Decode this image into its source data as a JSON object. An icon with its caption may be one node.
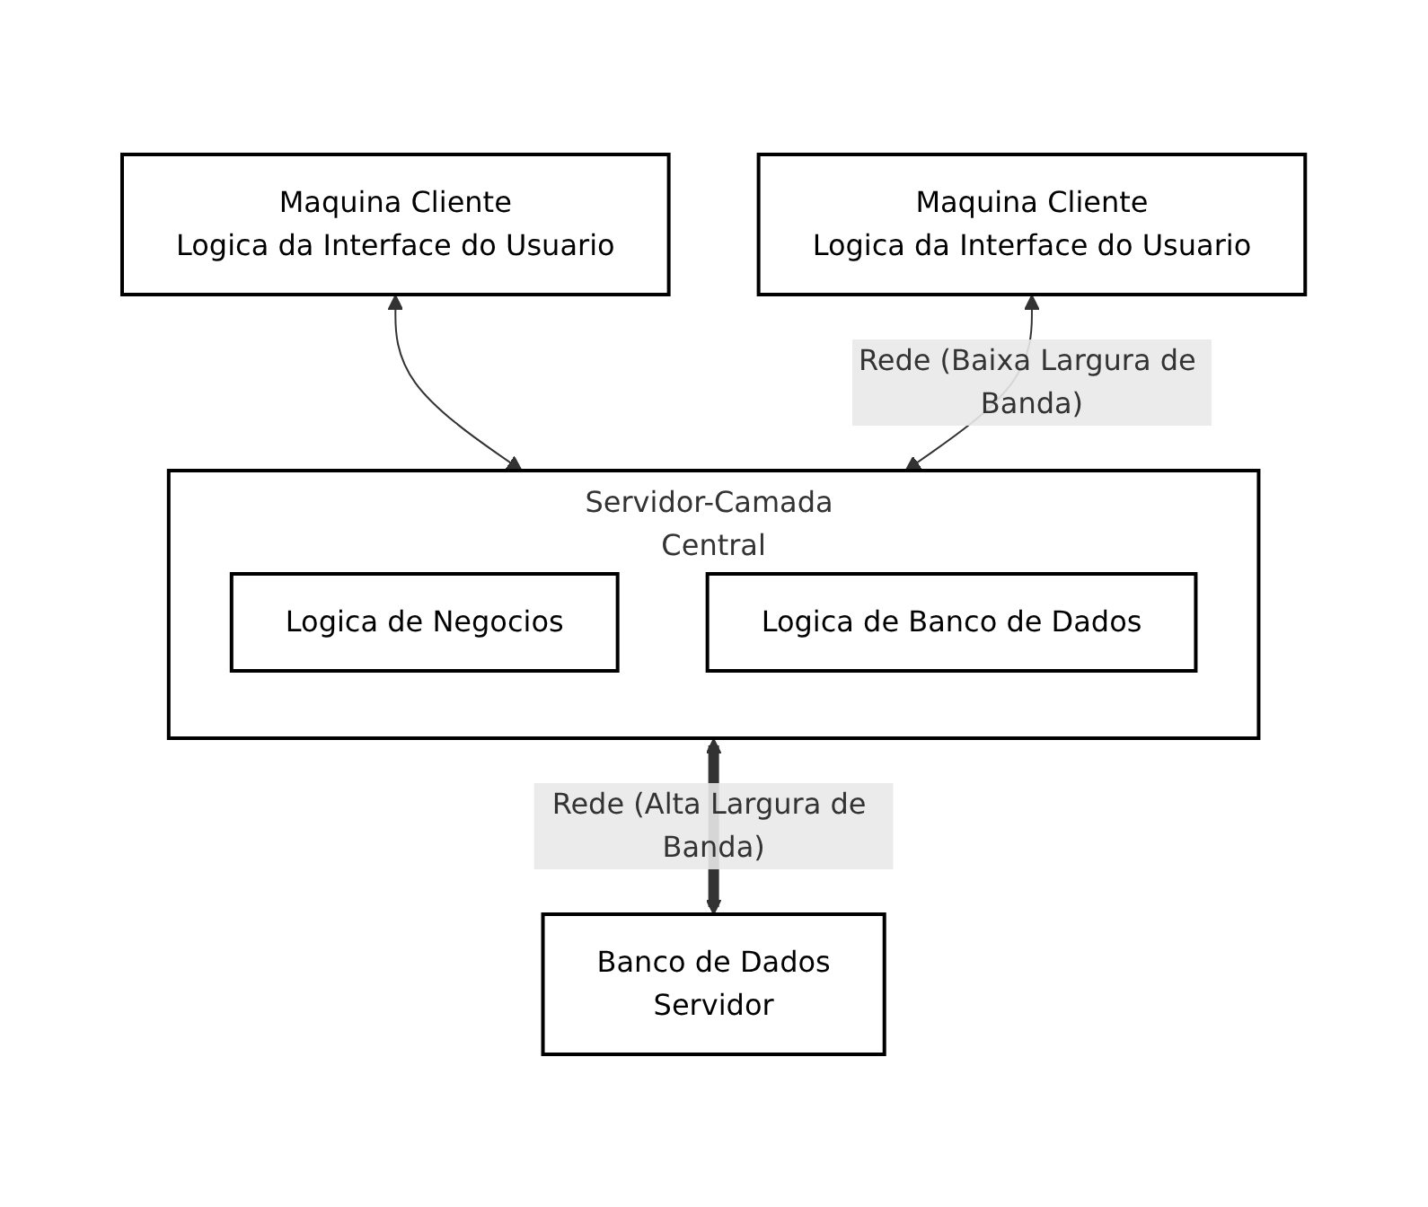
{
  "diagram": {
    "nodes": [
      {
        "text": [
          "Maquina Cliente",
          "Logica da Interface do Usuario"
        ]
      },
      {
        "text": [
          "Maquina Cliente",
          "Logica da Interface do Usuario"
        ]
      },
      {
        "text": [
          "Servidor-Camada Central"
        ]
      },
      {
        "text": [
          "Logica de Negocios"
        ],
        "in": 2
      },
      {
        "text": [
          "Logica de Banco de Dados"
        ],
        "in": 2
      },
      {
        "text": [
          "Banco de Dados",
          "Servidor"
        ]
      }
    ],
    "edges": [
      {
        "from": 0,
        "to": 2,
        "arrow": "both"
      },
      {
        "from": 1,
        "to": 2,
        "arrow": "both",
        "label": "Rede (Baixa Largura de Banda)"
      },
      {
        "from": 2,
        "to": 5,
        "arrow": "both",
        "style": "thick",
        "label": "Rede (Alta Largura de Banda)"
      }
    ]
  }
}
